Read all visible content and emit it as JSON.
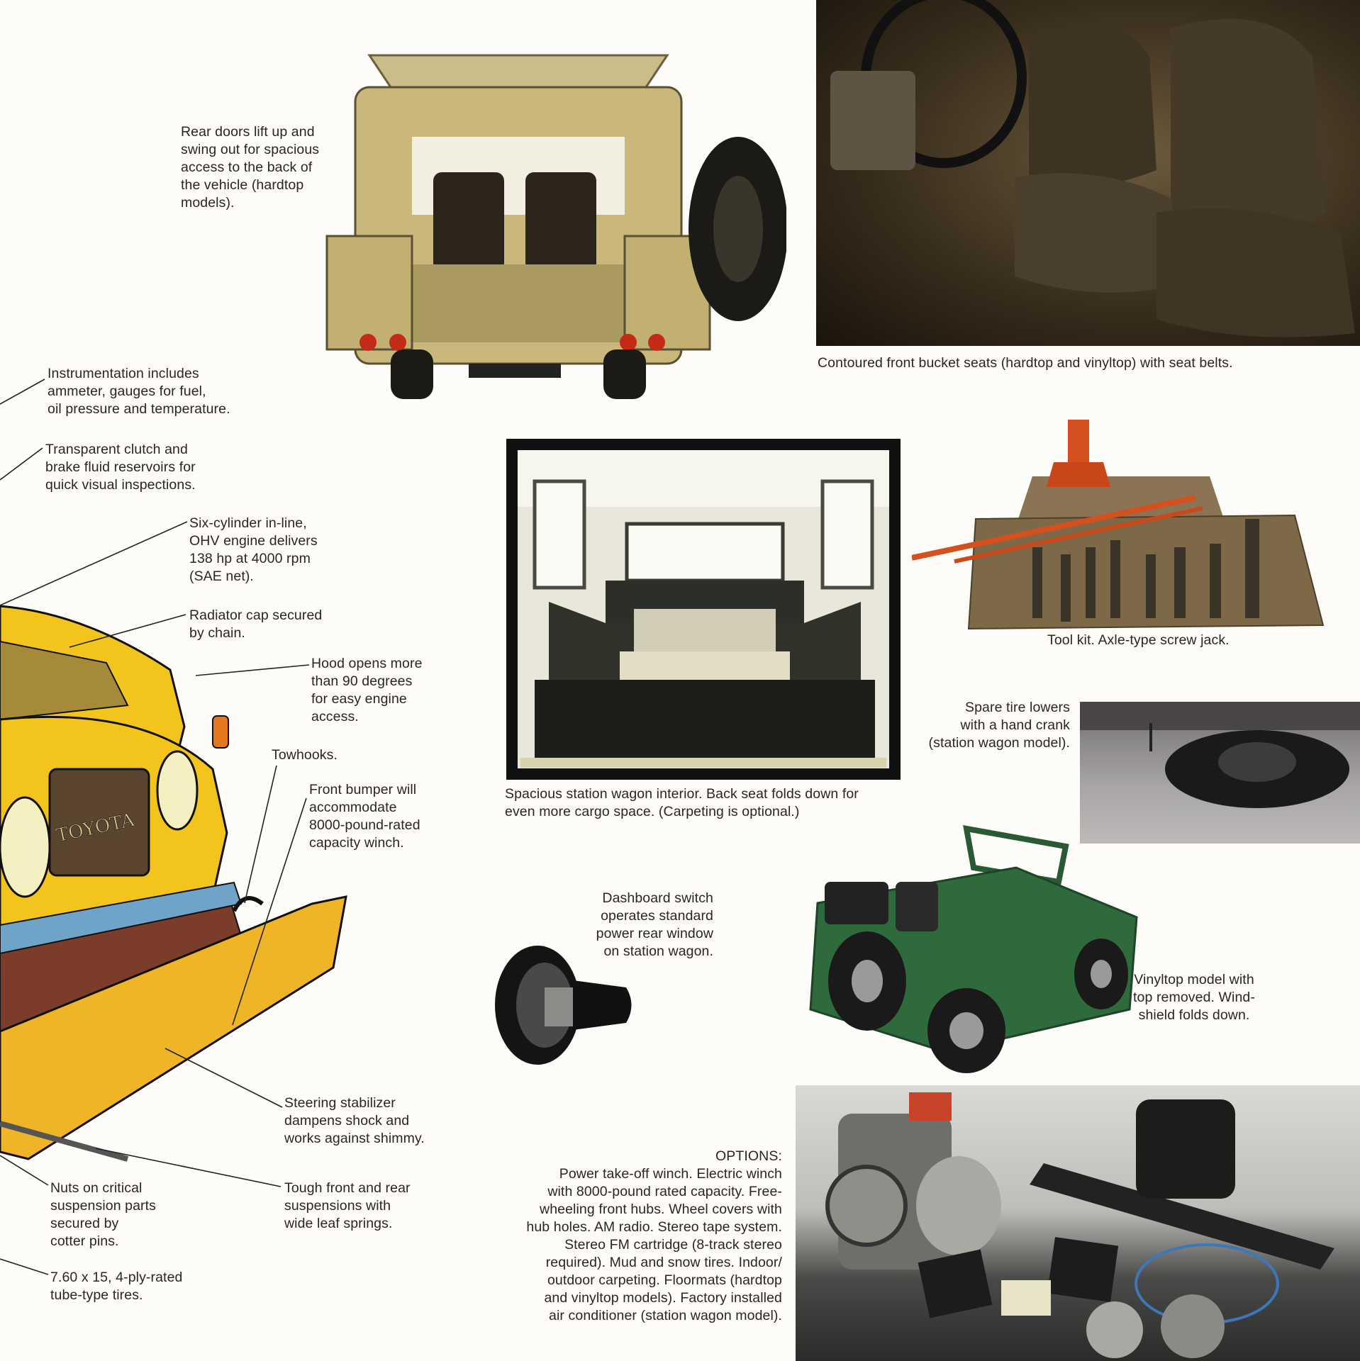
{
  "captions": {
    "rear_doors": "Rear doors lift up and\nswing out for spacious\naccess to the back of\nthe vehicle (hardtop\nmodels).",
    "bucket_seats": "Contoured front bucket seats (hardtop and vinyltop) with seat belts.",
    "instrumentation": "Instrumentation includes\nammeter, gauges for fuel,\noil pressure and temperature.",
    "reservoirs": "Transparent clutch and\nbrake fluid reservoirs for\nquick visual inspections.",
    "engine": "Six-cylinder in-line,\nOHV engine delivers\n138 hp at 4000 rpm\n(SAE net).",
    "radiator": "Radiator cap secured\nby chain.",
    "hood": "Hood opens more\nthan 90 degrees\nfor easy engine\naccess.",
    "towhooks": "Towhooks.",
    "bumper": "Front bumper will\naccommodate\n8000-pound-rated\ncapacity winch.",
    "steering": "Steering stabilizer\ndampens shock and\nworks against shimmy.",
    "nuts": "Nuts on critical\nsuspension parts\nsecured by\ncotter pins.",
    "suspension": "Tough front and rear\nsuspensions with\nwide leaf springs.",
    "tires": "7.60 x 15, 4-ply-rated\ntube-type tires.",
    "station_wagon": "Spacious station wagon interior. Back seat folds down for\neven more cargo space. (Carpeting is optional.)",
    "tool_kit": "Tool kit. Axle-type screw jack.",
    "spare_tire": "Spare tire lowers\nwith a hand crank\n(station wagon model).",
    "dashboard_switch": "Dashboard switch\noperates standard\npower rear window\non station wagon.",
    "vinyltop": "Vinyltop model with\ntop removed. Wind-\nshield folds down.",
    "options_title": "OPTIONS:",
    "options_body": "Power take-off winch. Electric winch\nwith 8000-pound rated capacity. Free-\nwheeling front hubs. Wheel covers with\nhub holes. AM radio. Stereo tape system.\nStereo FM cartridge (8-track stereo\nrequired). Mud and snow tires. Indoor/\noutdoor carpeting. Floormats (hardtop\nand vinyltop models). Factory installed\nair conditioner (station wagon model)."
  },
  "illustration": {
    "grille_badge": "TOYOTA"
  },
  "colors": {
    "text": "#2a2622",
    "jeep_yellow": "#f2c41c",
    "jeep_green": "#2f6a3c",
    "tool_orange": "#d4501e"
  }
}
